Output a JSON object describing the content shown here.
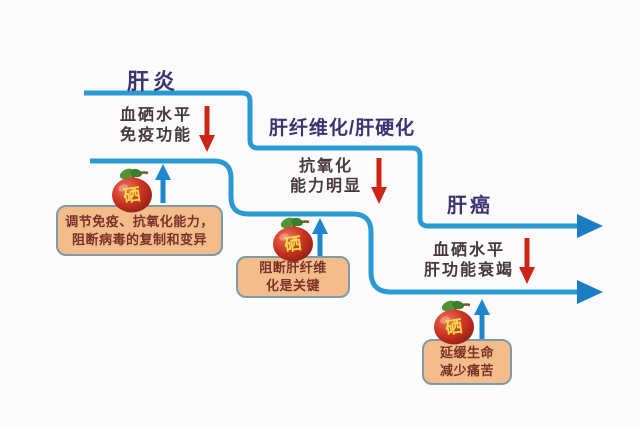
{
  "diagram": {
    "stages": [
      {
        "title": "肝炎"
      },
      {
        "title": "肝纤维化/肝硬化"
      },
      {
        "title": "肝癌"
      }
    ],
    "declines": [
      {
        "line1": "血硒水平",
        "line2": "免疫功能"
      },
      {
        "line1": "抗氧化",
        "line2": "能力明显"
      },
      {
        "line1": "血硒水平",
        "line2": "肝功能衰竭"
      }
    ],
    "benefit_boxes": [
      {
        "line1": "调节免疫、抗氧化能力，",
        "line2": "阻断病毒的复制和变异"
      },
      {
        "line1": "阻断肝纤维",
        "line2": "化是关键"
      },
      {
        "line1": "延缓生命",
        "line2": "减少痛苦"
      }
    ],
    "selenium_icon": {
      "label": "硒"
    },
    "colors": {
      "flow_line": "#2a9ad2",
      "flow_arrowhead": "#1b7ec2",
      "decline_arrow": "#cc2418",
      "up_arrow": "#1e86cc",
      "stage_title": "#3a3470",
      "note_text": "#46383f",
      "box_fill": "#f2bd8a",
      "box_border": "#7e9aa6",
      "box_text": "#7c3128",
      "apple_red": "#c93322",
      "leaf_green": "#4f9437",
      "selenium_yellow": "#f6d84b"
    }
  }
}
